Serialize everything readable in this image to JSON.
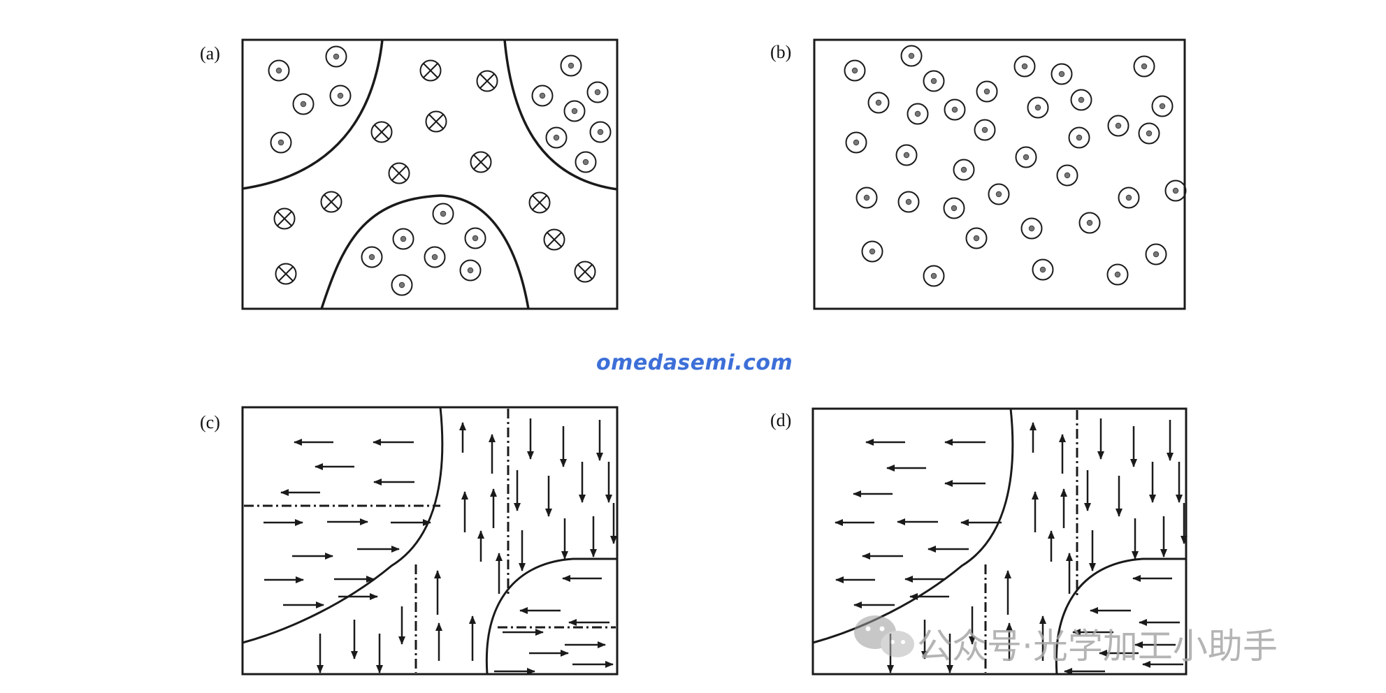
{
  "panels": [
    {
      "id": "a",
      "label": "(a)"
    },
    {
      "id": "b",
      "label": "(b)"
    },
    {
      "id": "c",
      "label": "(c)"
    },
    {
      "id": "d",
      "label": "(d)"
    }
  ],
  "watermarks": {
    "site": "omedasemi.com",
    "wechat": "公众号·光学加工小助手"
  },
  "colors": {
    "line": "#1a1a1a",
    "dot": "#777777",
    "site_watermark": "#3d6fd8",
    "wechat_watermark": "#a7a7a7"
  },
  "symbols": {
    "dot_in_circle": "out-of-plane-up",
    "cross_in_circle": "out-of-plane-down"
  }
}
